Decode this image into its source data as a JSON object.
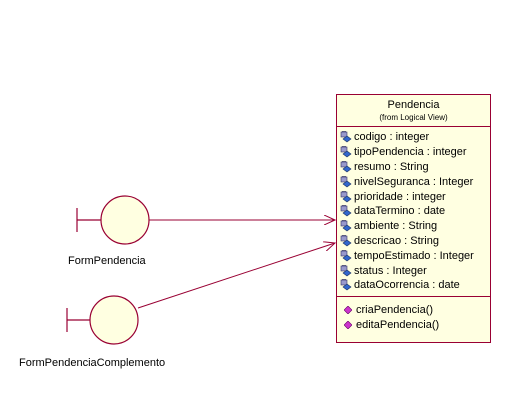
{
  "boundaries": [
    {
      "name": "FormPendencia"
    },
    {
      "name": "FormPendenciaComplemento"
    }
  ],
  "class": {
    "name": "Pendencia",
    "stereotype": "(from Logical View)",
    "attributes": [
      "codigo : integer",
      "tipoPendencia : integer",
      "resumo : String",
      "nivelSeguranca : Integer",
      "prioridade : integer",
      "dataTermino : date",
      "ambiente : String",
      "descricao : String",
      "tempoEstimado : Integer",
      "status : Integer",
      "dataOcorrencia : date"
    ],
    "operations": [
      "criaPendencia()",
      "editaPendencia()"
    ]
  },
  "icons": {
    "attribute": "protected-attribute-icon",
    "operation": "public-operation-icon",
    "boundary": "boundary-icon"
  },
  "colors": {
    "fill": "#ffffe1",
    "border": "#990033",
    "association": "#990033",
    "attr_icon_blue": "#3366cc",
    "op_icon": "#cc33cc"
  }
}
